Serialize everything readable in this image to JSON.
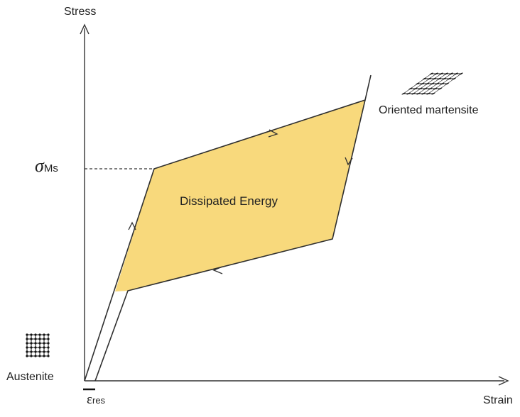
{
  "labels": {
    "y_axis": "Stress",
    "x_axis": "Strain",
    "sigma_symbol": "σ",
    "sigma_subscript": "Ms",
    "epsilon_symbol": "ε",
    "epsilon_subscript": "res",
    "region": "Dissipated Energy",
    "phase_start": "Austenite",
    "phase_end": "Oriented martensite"
  },
  "colors": {
    "fill": "#f8d97c",
    "line": "#2f2f2f",
    "axis": "#333333",
    "text": "#222222"
  },
  "icons": [
    "square-lattice-icon",
    "sheared-lattice-icon"
  ]
}
